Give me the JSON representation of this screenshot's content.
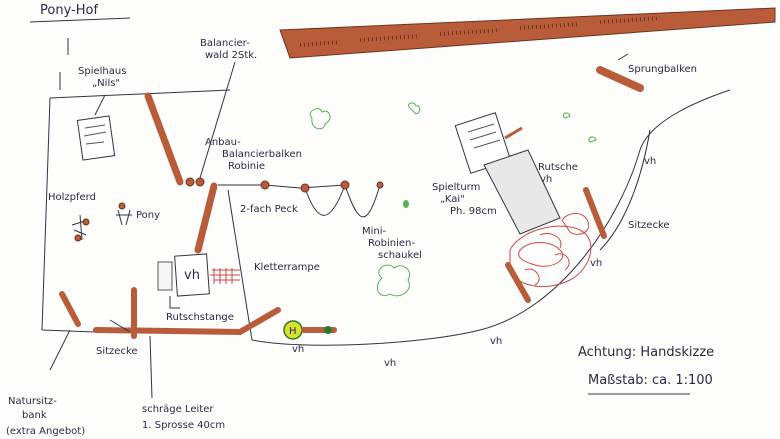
{
  "title": "Pony-Hof",
  "labels": {
    "spielhaus": [
      "Spielhaus",
      "„Nils\""
    ],
    "balancierwald": [
      "Balancier-",
      "wald 2Stk."
    ],
    "sprungbalken": "Sprungbalken",
    "anbau": [
      "Anbau-",
      "Balancierbalken",
      "Robinie"
    ],
    "holzpferd": "Holzpferd",
    "pony": "Pony",
    "pecks": "2-fach Peck",
    "mini_robinien": [
      "Mini-",
      "Robinien-",
      "schaukel"
    ],
    "spielturm": [
      "Spielturm",
      "„Kai\"",
      "Ph. 98cm"
    ],
    "rutsche": [
      "Rutsche",
      "vh"
    ],
    "kletterrampe": "Kletterrampe",
    "rutschstange": "Rutschstange",
    "sitzecke_right": "Sitzecke",
    "sitzecke_left": "Sitzecke",
    "natursitzbank": [
      "Natursitz-",
      "bank",
      "(extra Angebot)"
    ],
    "schraege_leiter": [
      "schräge Leiter",
      "1. Sprosse 40cm"
    ],
    "vh_tower": "vh",
    "vh_list": [
      "vh",
      "vh",
      "vh",
      "vh",
      "vh"
    ],
    "h_marker": "H",
    "achtung": "Achtung: Handskizze",
    "massstab": "Maßstab: ca. 1:100"
  },
  "colors": {
    "ink": "#333344",
    "wood": "#b85c3a",
    "wood_dark": "#6b3320",
    "plant": "#58b058",
    "red_scribble": "#d04848",
    "marker_yellow": "#d8e030"
  }
}
